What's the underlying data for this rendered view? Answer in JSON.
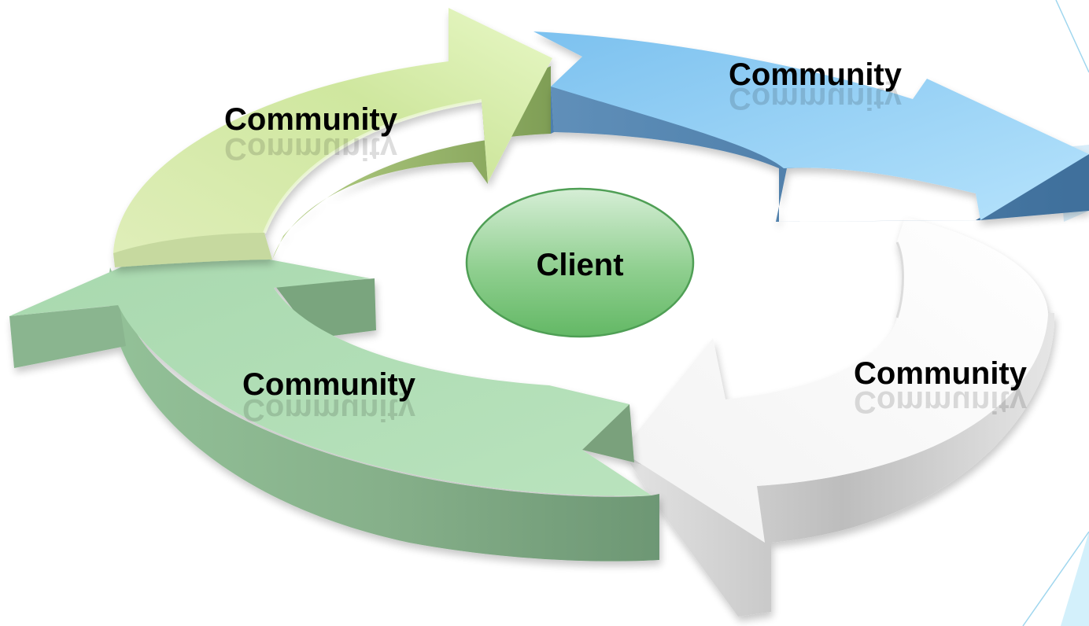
{
  "diagram": {
    "type": "cycle",
    "center": {
      "label": "Client"
    },
    "segments": [
      {
        "label": "Community",
        "color": "#b9dd8e"
      },
      {
        "label": "Community",
        "color": "#6aa7de"
      },
      {
        "label": "Community",
        "color": "#ececec"
      },
      {
        "label": "Community",
        "color": "#9ccd9c"
      }
    ]
  }
}
